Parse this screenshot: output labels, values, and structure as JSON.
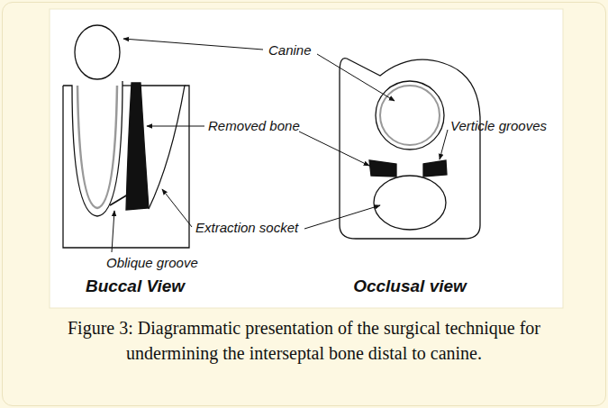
{
  "diagram": {
    "caption": "Figure 3: Diagrammatic presentation of the surgical technique for undermining the interseptal bone distal to canine.",
    "labels": [
      "Canine",
      "Removed bone",
      "Verticle grooves",
      "Extraction socket",
      "Oblique groove",
      "Buccal View",
      "Occlusal view"
    ]
  }
}
